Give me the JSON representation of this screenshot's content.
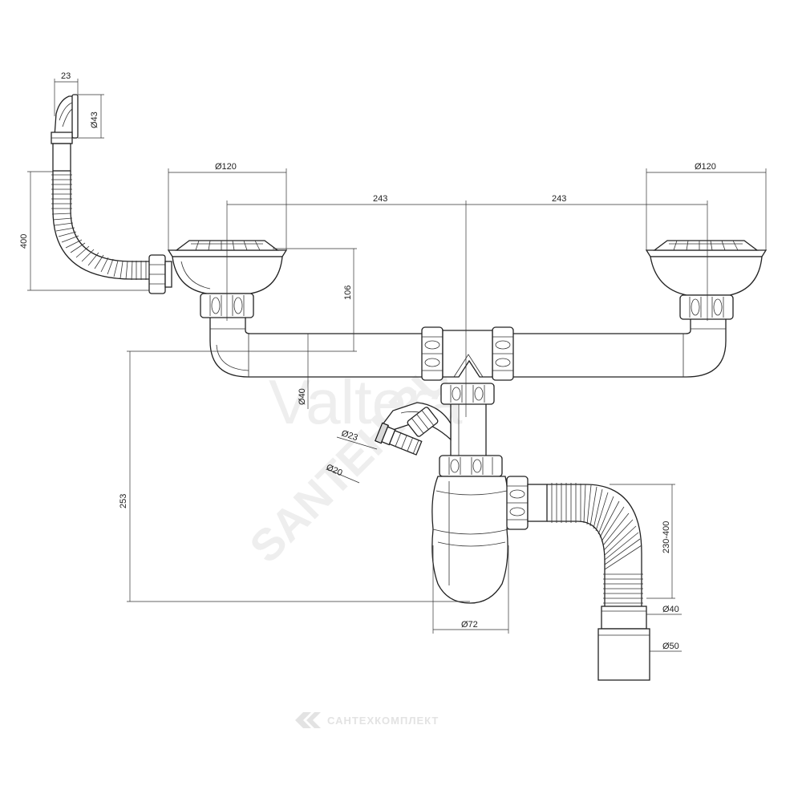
{
  "watermarks": {
    "brand": "Valtera",
    "site": "SANTEH.RU",
    "footer": "САНТЕХКОМПЛЕКТ"
  },
  "dimensions": {
    "overflow_width": "23",
    "overflow_diameter": "Ø43",
    "overflow_hose_length": "400",
    "left_bowl_diameter": "Ø120",
    "right_bowl_diameter": "Ø120",
    "spacing_left": "243",
    "spacing_right": "243",
    "drop_height": "106",
    "pipe_diameter": "Ø40",
    "total_height": "253",
    "side_outlet_diameter_1": "Ø23",
    "side_outlet_diameter_2": "Ø20",
    "siphon_diameter": "Ø72",
    "hose_length_range": "230-400",
    "outlet_diameter_1": "Ø40",
    "outlet_diameter_2": "Ø50"
  },
  "colors": {
    "line": "#222222",
    "watermark": "#eeeeee"
  }
}
